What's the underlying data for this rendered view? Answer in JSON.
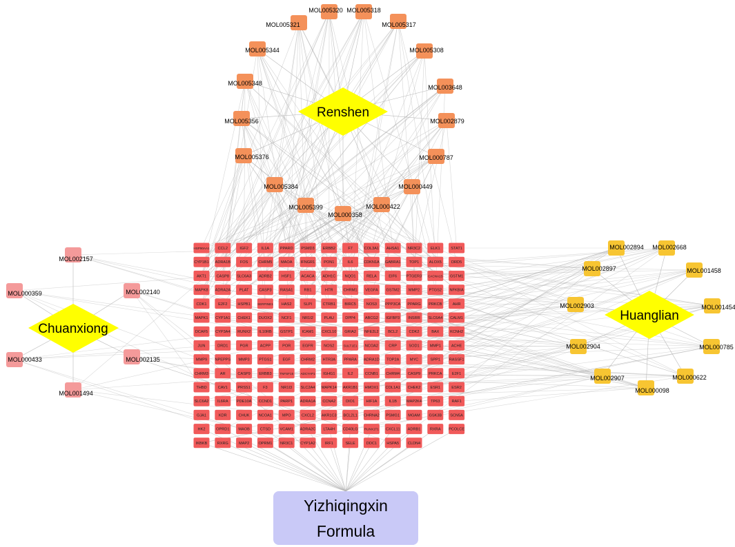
{
  "herbs": {
    "renshen": "Renshen",
    "chuanxiong": "Chuanxiong",
    "huanglian": "Huanglian"
  },
  "formula": {
    "line1": "Yizhiqingxin",
    "line2": "Formula"
  },
  "colors": {
    "herb": "#ffff00",
    "renshen_mol": "#f4915a",
    "chuanxiong_mol": "#f49a9a",
    "huanglian_mol": "#f7c532",
    "target": "#f15a5a",
    "formula": "#c9c9f7",
    "edge": "#b3b3b3"
  },
  "renshen_molecules": [
    "MOL005320",
    "MOL005318",
    "MOL005321",
    "MOL005317",
    "MOL005344",
    "MOL005308",
    "MOL005348",
    "MOL003648",
    "MOL005356",
    "MOL002879",
    "MOL005376",
    "MOL000787",
    "MOL005384",
    "MOL000449",
    "MOL005399",
    "MOL000422",
    "MOL000358"
  ],
  "chuanxiong_molecules": [
    "MOL002157",
    "MOL000359",
    "MOL002140",
    "MOL000433",
    "MOL002135",
    "MOL001494"
  ],
  "huanglian_molecules": [
    "MOL002894",
    "MOL002668",
    "MOL002897",
    "MOL001458",
    "MOL002903",
    "MOL001454",
    "MOL002904",
    "MOL000785",
    "MOL002907",
    "MOL000622",
    "MOL000098"
  ],
  "targets": [
    [
      "HSP90AA1",
      "CCL2",
      "IGF2",
      "IL1A",
      "PPARD",
      "PSMD3",
      "ERBB2",
      "F7",
      "COL3A1",
      "AHSA1",
      "NR3C2",
      "ELK1",
      "STAT1"
    ],
    [
      "CYP1B1",
      "ADRA1B",
      "FOS",
      "CHRM5",
      "MAOA",
      "IFNGR1",
      "PON1",
      "IL6",
      "CDKN1A",
      "GABRA1",
      "TOP1",
      "ALOX5",
      "DRD5"
    ],
    [
      "AKT1",
      "CASP8",
      "SLC6A3",
      "ADRB2",
      "HSF1",
      "ACACA",
      "ADH1C",
      "NQO1",
      "RELA",
      "EIF6",
      "PTGER3",
      "CACNA1S",
      "GSTM1"
    ],
    [
      "MAPK8",
      "ADRA2A",
      "PLAT",
      "CASP3",
      "RASA1",
      "RB1",
      "HTR",
      "CHRM1",
      "VEGFA",
      "GSTM2",
      "MMP2",
      "PTGS2",
      "NFKBIA"
    ],
    [
      "CDK1",
      "E2F2",
      "HSPB1",
      "SERPINE1",
      "HAS2",
      "SLPI",
      "CTRB1",
      "BIRC5",
      "NOS3",
      "PPP3CA",
      "PPARG",
      "PRKCB",
      "AHR"
    ],
    [
      "MAPK1",
      "CYP1A1",
      "CHEK1",
      "DUOX2",
      "NCF1",
      "NR1I2",
      "PLAU",
      "DPP4",
      "ABCG2",
      "IGFBP3",
      "INSRR",
      "SLC6A4",
      "CALM1"
    ],
    [
      "DCAF5",
      "CYP3A4",
      "RUNX2",
      "IL10RB",
      "GSTP1",
      "ICAM1",
      "CXCL10",
      "GRIA2",
      "NFE2L2",
      "BCL2",
      "CDK2",
      "BAX",
      "KCNH2"
    ],
    [
      "JUN",
      "DRD1",
      "PGR",
      "ACPP",
      "POR",
      "EGFR",
      "NOS2",
      "SULT1E1",
      "NCOA2",
      "CRP",
      "SOD1",
      "MMP1",
      "ACHE"
    ],
    [
      "MMP9",
      "NPEPPS",
      "MMP3",
      "PTGS1",
      "EGF",
      "CHRM2",
      "HTR3A",
      "PPARA",
      "ADRA1D",
      "TOP2A",
      "MYC",
      "SPP1",
      "RASSF1"
    ],
    [
      "CHRM3",
      "AR",
      "CASP9",
      "ERBB3",
      "TNFSF15",
      "ADCYAP1",
      "IGHG1",
      "IL2",
      "CCNB1",
      "CHRM4",
      "CASP9",
      "PRKCA",
      "E2F1"
    ],
    [
      "THBD",
      "CAV1",
      "PRSS1",
      "F3",
      "NR1I3",
      "SLC2A4",
      "MAPK14",
      "AKR1B1",
      "HMOX1",
      "COL1A1",
      "CHEK2",
      "ESR1",
      "ESR2"
    ],
    [
      "SLC6A2",
      "IL6RA",
      "PDE10A",
      "CCND1",
      "PARP1",
      "ADRA1A",
      "CCNA2",
      "DIO1",
      "HIF1A",
      "IL1B",
      "MAP2K4",
      "TP63",
      "RAF1"
    ],
    [
      "GJA1",
      "KDR",
      "CHUK",
      "NCOA1",
      "MPO",
      "CXCL2",
      "AKR1C3",
      "BCL2L1",
      "CHRNA2",
      "PSMG1",
      "MGAM",
      "GSK3B",
      "SCN5A"
    ],
    [
      "HK2",
      "OPRD1",
      "MAOB",
      "CTSD",
      "VCAM1",
      "ADRA2C",
      "LTA4H",
      "CD40LG",
      "RUNX1T1",
      "CXCL11",
      "ADRB1",
      "RXRA",
      "PCOLCE"
    ],
    [
      "IKBKB",
      "RXRG",
      "MAP2",
      "OPRM1",
      "NR3C1",
      "CYP1A2",
      "IRF1",
      "SELE",
      "DDC1",
      "HSPA5",
      "CLDN4"
    ]
  ]
}
